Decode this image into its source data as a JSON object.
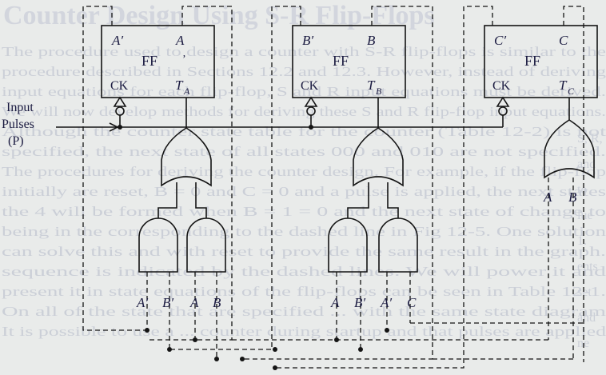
{
  "background": {
    "heading": "Counter Design Using S-R Flip-Flops",
    "paragraph_lines": [
      "The procedure used to design a counter with S-R flip-flops is similar to the",
      "procedure described in Sections 12.2 and 12.3. However, instead of deriving",
      "input equations for each flip-flop, S and R input equations must be derived.",
      "We will now develop methods for deriving these S and R flip-flop input equations.",
      "Although the counter state table for the counter (Table 12-2) is not",
      "specified, the next state of all states 000 and 010 are not specified.",
      "The procedures for deriving the counter design. For example, if the flip-flop",
      "initially are reset, B = 0 and C = 0 and a pulse is applied, the next states",
      "the 4 will be formed when B = 1 = 0 and the next state of change to",
      "being in the corresponding to the dashed line in Fig 12-5. One solution",
      "can solve this and with reset to provide the same result in the graph.",
      "sequence is indicated by the dashed lines. We will power it and",
      "present it in state equations of the flip-flops can be seen in Table 12-1.",
      "On all of the state that are specified ... with the same state diagram",
      "It is possible to use a ... counter during startup and that pulses are applied"
    ],
    "right_margin_fragments": [
      "S, R,",
      "and",
      "to",
      "lue",
      "1.",
      "ents",
      "set",
      "and",
      "ne"
    ]
  },
  "flipflops": [
    {
      "id": "A",
      "label": "FF",
      "q_out": "A",
      "qbar_out": "A′",
      "clock": "CK",
      "toggle": "T",
      "toggle_sub": "A",
      "tick": "’"
    },
    {
      "id": "B",
      "label": "FF",
      "q_out": "B",
      "qbar_out": "B′",
      "clock": "CK",
      "toggle": "T",
      "toggle_sub": "B",
      "tick": ""
    },
    {
      "id": "C",
      "label": "FF",
      "q_out": "C",
      "qbar_out": "C′",
      "clock": "CK",
      "toggle": "T",
      "toggle_sub": "C",
      "tick": ""
    }
  ],
  "input": {
    "line1": "Input",
    "line2": "Pulses",
    "line3": "(P)"
  },
  "gate_inputs": {
    "and1": [
      "A′",
      "B′"
    ],
    "and2": [
      "A",
      "B"
    ],
    "and3": [
      "A",
      "B′"
    ],
    "and4": [
      "A′",
      "C"
    ],
    "orC": [
      "A",
      "B"
    ]
  },
  "colors": {
    "ink": "#141414",
    "background": "#e9ebea",
    "faded_text": "#c8ccd6",
    "label_blue": "#1a1a50"
  }
}
